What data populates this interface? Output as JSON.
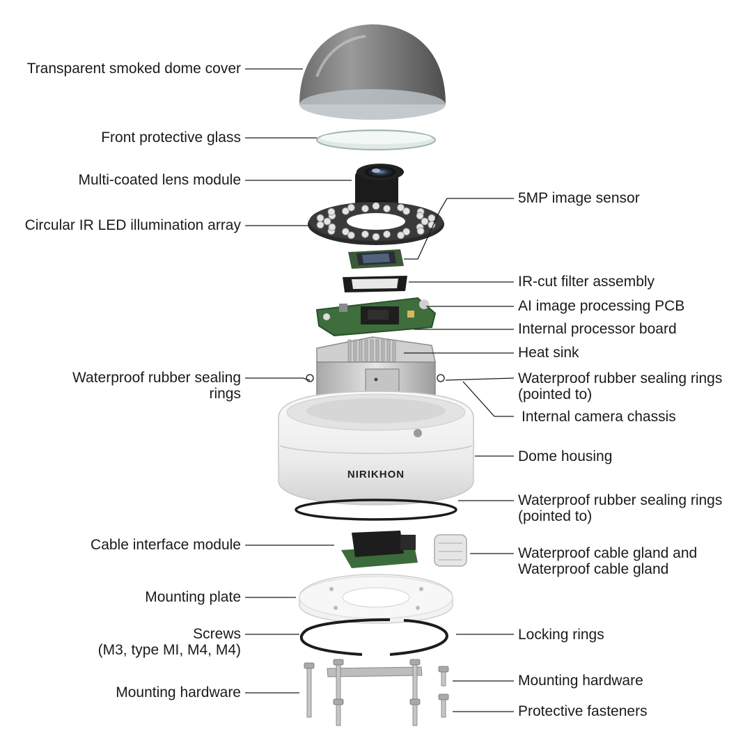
{
  "brand_text": "NIRIKHON",
  "labels_left": [
    {
      "id": "dome-cover",
      "lines": [
        "Transparent smoked dome cover"
      ]
    },
    {
      "id": "front-glass",
      "lines": [
        "Front protective glass"
      ]
    },
    {
      "id": "lens-module",
      "lines": [
        "Multi-coated lens module"
      ]
    },
    {
      "id": "ir-led-array",
      "lines": [
        "Circular IR LED illumination array"
      ]
    },
    {
      "id": "sealing-rings-left",
      "lines": [
        "Waterproof rubber sealing",
        "rings"
      ]
    },
    {
      "id": "cable-interface",
      "lines": [
        "Cable interface module"
      ]
    },
    {
      "id": "mounting-plate",
      "lines": [
        "Mounting plate"
      ]
    },
    {
      "id": "screws",
      "lines": [
        "Screws",
        "(M3, type MI, M4, M4)"
      ]
    },
    {
      "id": "mounting-hardware-left",
      "lines": [
        "Mounting hardware"
      ]
    }
  ],
  "labels_right": [
    {
      "id": "image-sensor",
      "lines": [
        "5MP image sensor"
      ]
    },
    {
      "id": "ir-cut-filter",
      "lines": [
        "IR-cut filter assembly"
      ]
    },
    {
      "id": "ai-pcb",
      "lines": [
        "AI image processing PCB"
      ]
    },
    {
      "id": "processor-board",
      "lines": [
        "Internal processor board"
      ]
    },
    {
      "id": "heat-sink",
      "lines": [
        "Heat sink"
      ]
    },
    {
      "id": "sealing-rings-upper",
      "lines": [
        "Waterproof rubber sealing rings",
        "(pointed to)"
      ]
    },
    {
      "id": "camera-chassis",
      "lines": [
        "Internal camera chassis"
      ]
    },
    {
      "id": "dome-housing",
      "lines": [
        "Dome housing"
      ]
    },
    {
      "id": "sealing-rings-lower",
      "lines": [
        "Waterproof rubber sealing rings",
        "(pointed to)"
      ]
    },
    {
      "id": "cable-gland",
      "lines": [
        "Waterproof cable gland and",
        "Waterproof cable gland"
      ]
    },
    {
      "id": "locking-rings",
      "lines": [
        "Locking rings"
      ]
    },
    {
      "id": "mounting-hardware-right",
      "lines": [
        "Mounting hardware"
      ]
    },
    {
      "id": "protective-fasteners",
      "lines": [
        "Protective fasteners"
      ]
    }
  ]
}
